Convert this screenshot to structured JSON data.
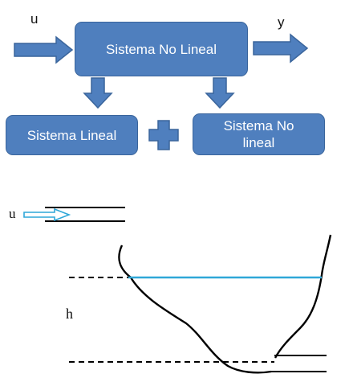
{
  "block_diagram": {
    "input_label": "u",
    "output_label": "y",
    "nonlinear_system": "Sistema No Lineal",
    "linear_system": "Sistema Lineal",
    "nonlinear_part_line1": "Sistema No",
    "nonlinear_part_line2": "lineal"
  },
  "tank_diagram": {
    "input_label": "u",
    "level_label": "h"
  },
  "colors": {
    "block_fill": "#4f7fbe",
    "block_border": "#3a659c",
    "water_line": "#2fa7d8"
  }
}
